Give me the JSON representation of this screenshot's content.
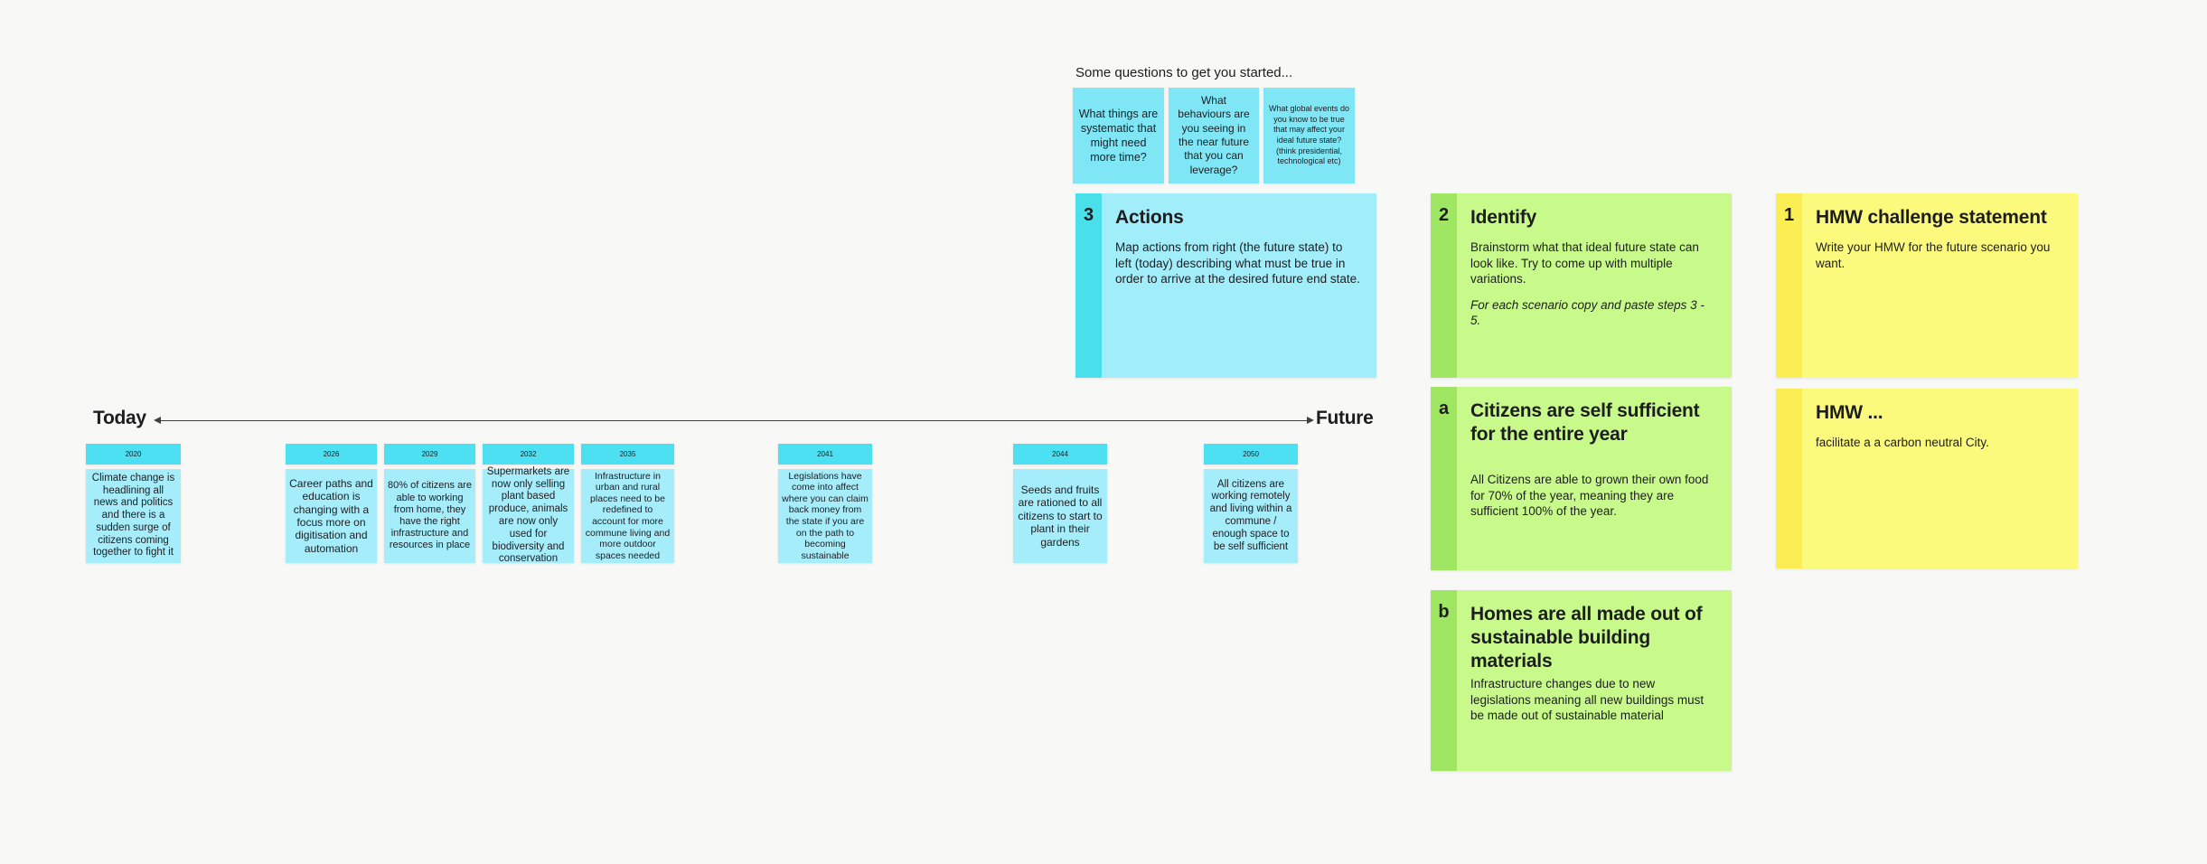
{
  "board": {
    "questions_header": "Some questions to get you started...",
    "question_notes": [
      {
        "text": "What things are systematic that might need more time?"
      },
      {
        "text": "What behaviours are you seeing in the near future that you can leverage?"
      },
      {
        "text": "What global events do you know to be true that may affect your ideal future state? (think presidential, technological etc)"
      }
    ],
    "steps": {
      "step3": {
        "number": "3",
        "title": "Actions",
        "body": "Map actions from right (the future state) to left (today) describing what must be true in order to arrive at the desired future end state."
      },
      "step2": {
        "number": "2",
        "title": "Identify",
        "body": "Brainstorm what that ideal future state can look like. Try to come up with multiple variations.",
        "body_italic": "For each scenario copy and paste steps 3 - 5."
      },
      "step1": {
        "number": "1",
        "title": "HMW challenge statement",
        "body": "Write your HMW for the future scenario you want."
      }
    },
    "scenarios": {
      "a": {
        "letter": "a",
        "title": "Citizens are self sufficient for the entire year",
        "body": "All Citizens are able to grown their own food for 70% of the year, meaning they are sufficient 100% of the year."
      },
      "b": {
        "letter": "b",
        "title": "Homes are all made out of sustainable building materials",
        "body": "Infrastructure changes due to new legislations meaning all new buildings must be made out of sustainable material"
      }
    },
    "hmw": {
      "title": "HMW ...",
      "body": "facilitate a a carbon neutral City."
    },
    "timeline": {
      "start_label": "Today",
      "end_label": "Future",
      "notes": [
        {
          "year": "2020",
          "text": "Climate change is headlining all news and politics and there is a sudden surge of citizens coming together to fight it"
        },
        {
          "year": "2026",
          "text": "Career paths and education is changing with a focus more on digitisation and automation"
        },
        {
          "year": "2029",
          "text": "80% of citizens are able to working from home, they have the right infrastructure and resources in place"
        },
        {
          "year": "2032",
          "text": "Supermarkets are now only selling plant based produce, animals are now only used for biodiversity and conservation"
        },
        {
          "year": "2035",
          "text": "Infrastructure in urban and rural places need to be redefined to account for more commune living and more outdoor spaces needed"
        },
        {
          "year": "2041",
          "text": "Legislations have come into affect where you can claim back money from the state if you are on the path to becoming sustainable"
        },
        {
          "year": "2044",
          "text": "Seeds and fruits are rationed to all citizens to start to plant in their gardens"
        },
        {
          "year": "2050",
          "text": "All citizens are working remotely and living within a commune / enough space to be self sufficient"
        }
      ]
    },
    "colors": {
      "background": "#f8f8f7",
      "cyan_strip": "#49dfeb",
      "cyan_body": "#a2edfa",
      "cyan_question_note": "#7fe6f6",
      "cyan_year_header": "#4ddff2",
      "cyan_year_body": "#a6edfb",
      "green_strip": "#9fe763",
      "green_body": "#c8fa8b",
      "yellow_strip": "#fbee55",
      "yellow_body": "#fcfa7d",
      "text": "#1d1d1f",
      "timeline_line": "#3f3f3f"
    }
  }
}
